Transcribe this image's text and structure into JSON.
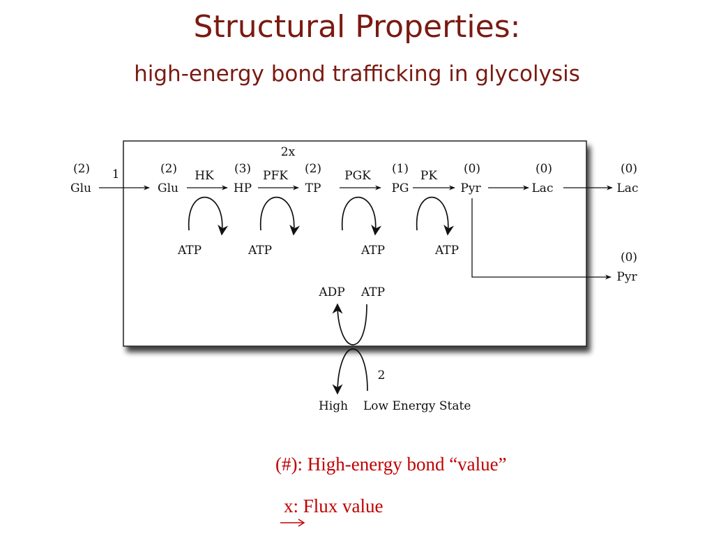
{
  "header": {
    "title": "Structural Properties:",
    "subtitle": "high-energy bond trafficking in glycolysis"
  },
  "diagram": {
    "input_value": "(2)",
    "input_label": "Glu",
    "input_flux": "1",
    "flux_2x": "2x",
    "nodes": [
      {
        "value": "(2)",
        "label": "Glu"
      },
      {
        "value": "(3)",
        "label": "HP"
      },
      {
        "value": "(2)",
        "label": "TP"
      },
      {
        "value": "(1)",
        "label": "PG"
      },
      {
        "value": "(0)",
        "label": "Pyr"
      },
      {
        "value": "(0)",
        "label": "Lac"
      }
    ],
    "enzymes": [
      "HK",
      "PFK",
      "PGK",
      "PK"
    ],
    "cofactors": [
      "ATP",
      "ATP",
      "ATP",
      "ATP"
    ],
    "out_lac_value": "(0)",
    "out_lac_label": "Lac",
    "out_pyr_value": "(0)",
    "out_pyr_label": "Pyr",
    "adp_label": "ADP",
    "atp_label": "ATP",
    "exchange_flux": "2",
    "high_label": "High",
    "low_label": "Low Energy State"
  },
  "legend": {
    "value_note": "(#): High-energy bond “value”",
    "flux_note": "x:  Flux value"
  }
}
